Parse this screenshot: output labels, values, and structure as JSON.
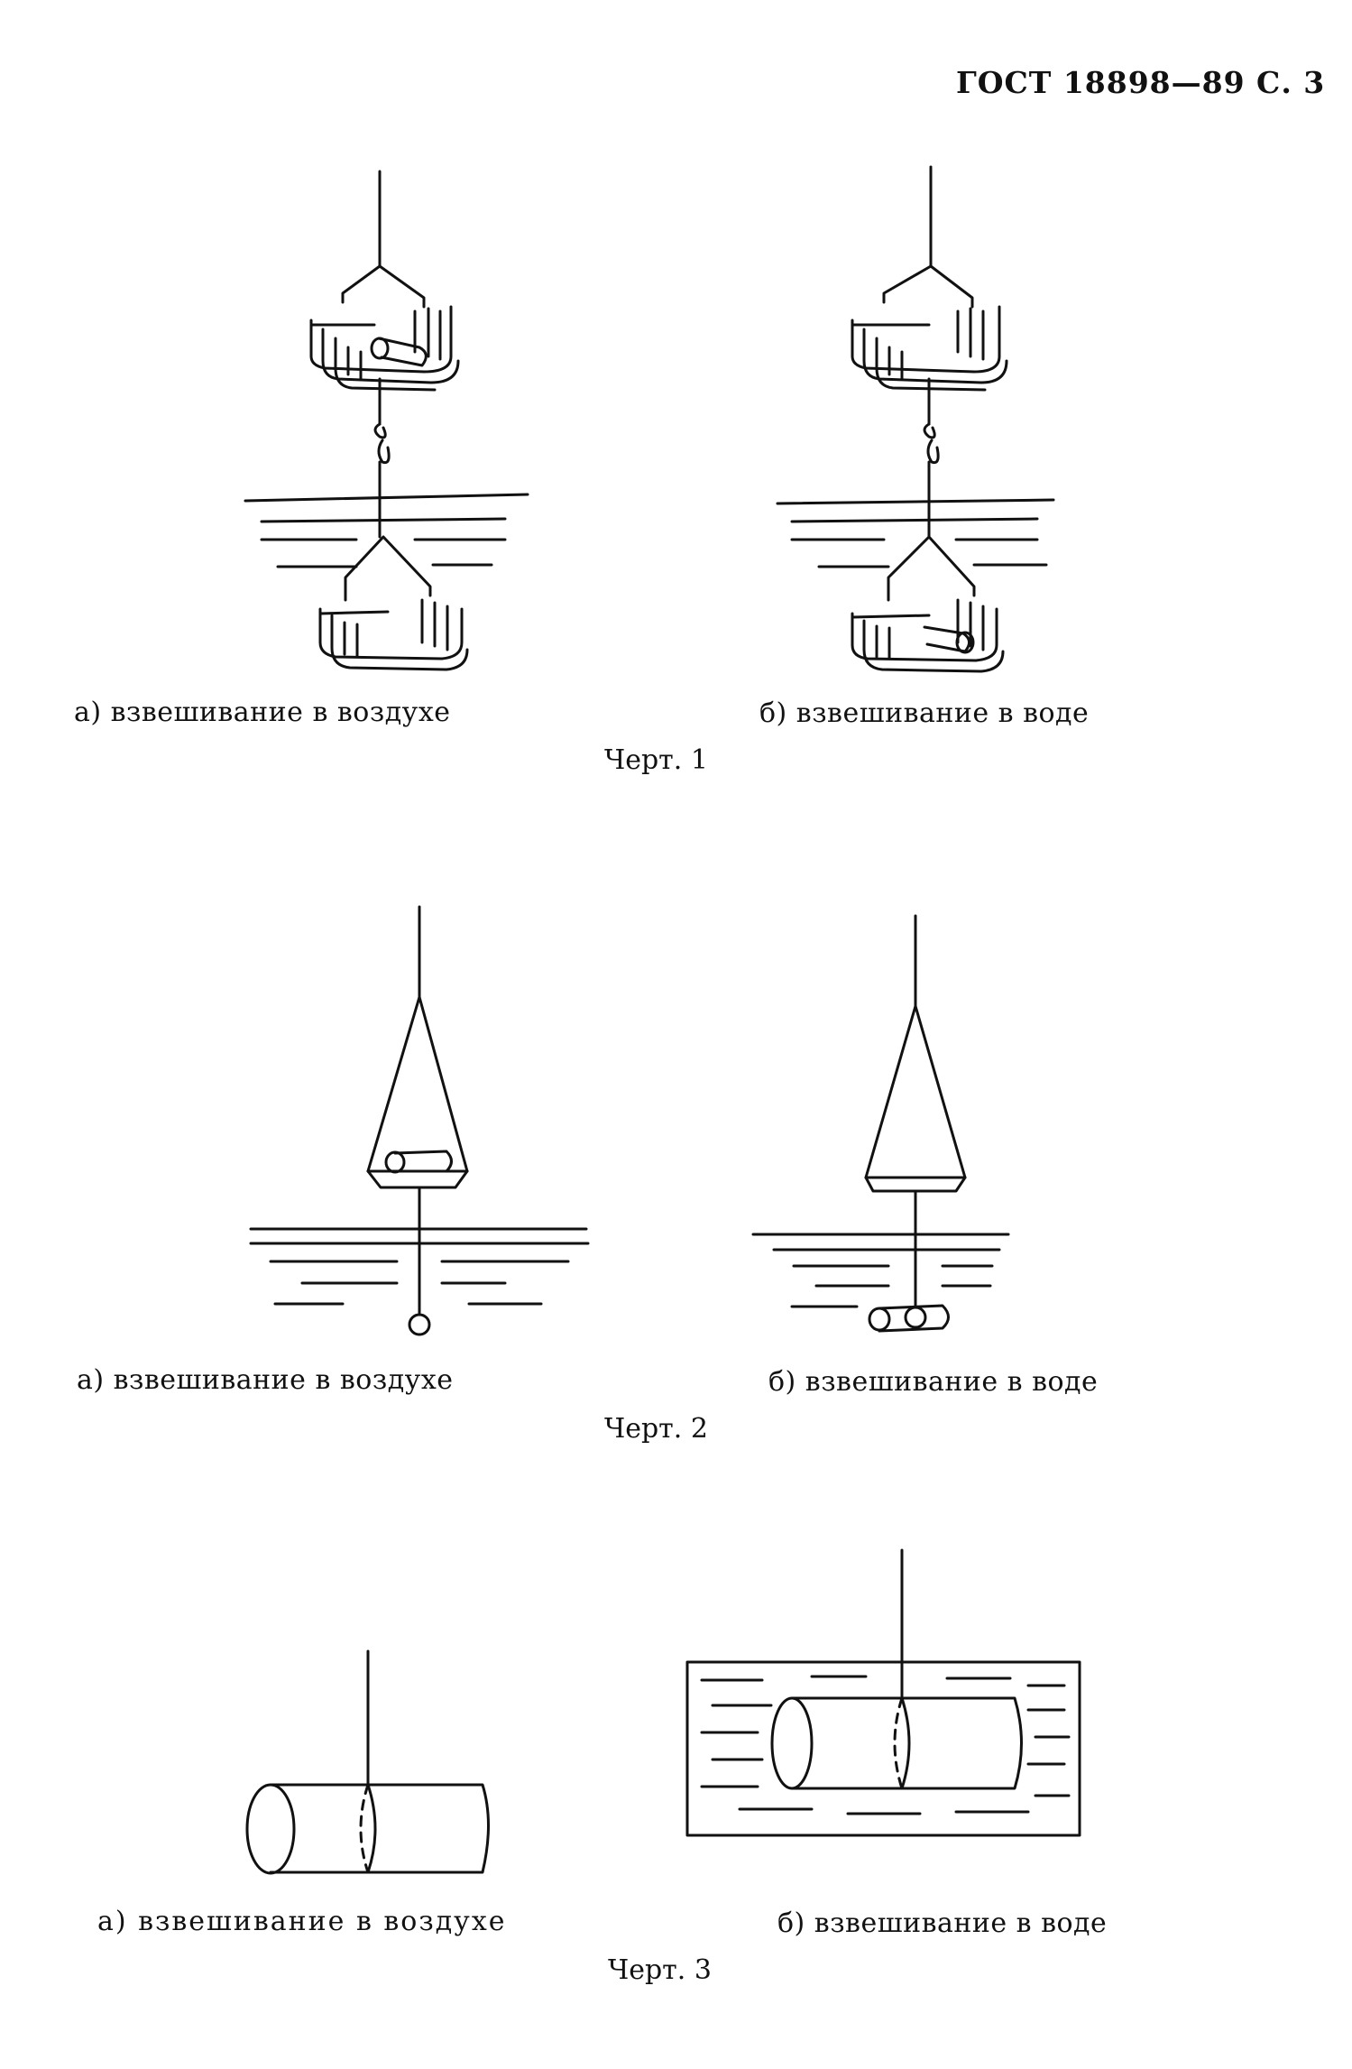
{
  "header": {
    "text": "ГОСТ 18898—89 С. 3"
  },
  "figures": [
    {
      "caption_a": "а) взвешивание в воздухе",
      "caption_b": "б) взвешивание в воде",
      "title": "Черт. 1"
    },
    {
      "caption_a": "а) взвешивание в воздухе",
      "caption_b": "б) взвешивание в воде",
      "title": "Черт. 2"
    },
    {
      "caption_a": "а) взвешивание в воздухе",
      "caption_b": "б) взвешивание в воде",
      "title": "Черт. 3"
    }
  ]
}
